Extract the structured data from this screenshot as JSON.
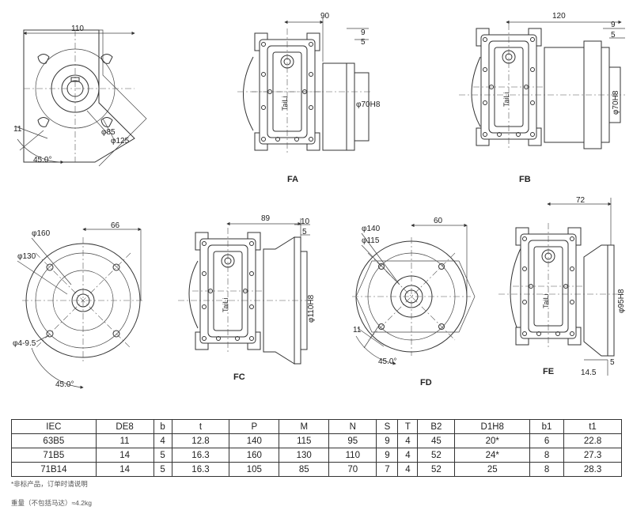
{
  "views": {
    "fa": {
      "label": "FA",
      "dims": {
        "width": "90",
        "d1": "9",
        "d2": "5",
        "bore": "φ70H8"
      }
    },
    "fb": {
      "label": "FB",
      "dims": {
        "width": "120",
        "d1": "9",
        "d2": "5",
        "bore": "φ70H8"
      }
    },
    "fc": {
      "label": "FC",
      "dims": {
        "width": "89",
        "d1": "10",
        "d2": "5",
        "bore": "φ110H8"
      }
    },
    "fd": {
      "label": "FD",
      "dims": {
        "width": "60",
        "bcd": "φ140",
        "pilot": "φ115",
        "hole": "11",
        "angle": "45.0°"
      }
    },
    "fe": {
      "label": "FE",
      "dims": {
        "width": "72",
        "bore": "φ95H8",
        "d1": "14.5",
        "d2": "5"
      }
    },
    "square_flange": {
      "dims": {
        "width": "110",
        "hole": "11",
        "pcd": "φ85",
        "outer": "φ125",
        "angle": "45.0°"
      }
    },
    "round_flange": {
      "dims": {
        "outer": "φ160",
        "pcd": "φ130",
        "holes": "φ4-9.5",
        "width": "66",
        "angle": "45.0°"
      }
    },
    "brand": "TaiLi"
  },
  "table": {
    "headers": [
      "IEC",
      "DE8",
      "b",
      "t",
      "P",
      "M",
      "N",
      "S",
      "T",
      "B2",
      "D1H8",
      "b1",
      "t1"
    ],
    "rows": [
      [
        "63B5",
        "11",
        "4",
        "12.8",
        "140",
        "115",
        "95",
        "9",
        "4",
        "45",
        "20*",
        "6",
        "22.8"
      ],
      [
        "71B5",
        "14",
        "5",
        "16.3",
        "160",
        "130",
        "110",
        "9",
        "4",
        "52",
        "24*",
        "8",
        "27.3"
      ],
      [
        "71B14",
        "14",
        "5",
        "16.3",
        "105",
        "85",
        "70",
        "7",
        "4",
        "52",
        "25",
        "8",
        "28.3"
      ]
    ]
  },
  "notes": {
    "note1": "*非标产品，订单时请说明",
    "note2": "重量（不包括马达）≈4.2kg"
  }
}
